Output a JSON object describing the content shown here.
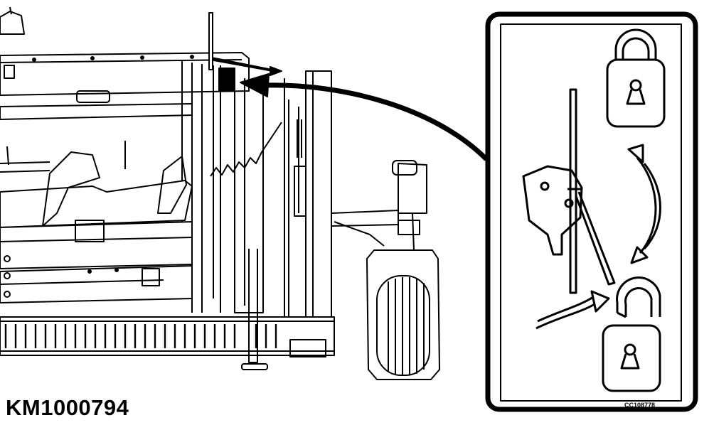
{
  "figure": {
    "id_label": "KM1000794",
    "decal_code": "CC108778"
  },
  "icons": [
    "machine-frame-illustration",
    "parking-stand-handle-icon",
    "locked-padlock-icon",
    "unlocked-padlock-icon",
    "rotation-arrow-icon",
    "pointer-arrow-icon"
  ],
  "colors": {
    "ink": "#000000",
    "paper": "#ffffff"
  }
}
